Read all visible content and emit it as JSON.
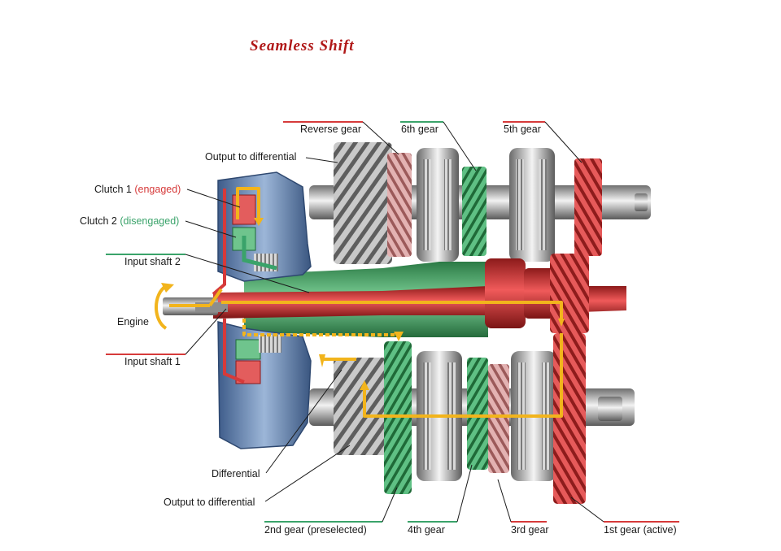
{
  "title": "Seamless Shift",
  "labels": {
    "reverse_gear": "Reverse gear",
    "sixth_gear": "6th gear",
    "fifth_gear": "5th gear",
    "output_to_differential_top": "Output to differential",
    "clutch1_name": "Clutch 1 ",
    "clutch1_state": "(engaged)",
    "clutch2_name": "Clutch 2 ",
    "clutch2_state": "(disengaged)",
    "input_shaft_2": "Input shaft 2",
    "engine": "Engine",
    "input_shaft_1": "Input shaft 1",
    "differential": "Differential",
    "output_to_differential_bottom": "Output to differential",
    "second_gear": "2nd gear (preselected)",
    "fourth_gear": "4th gear",
    "third_gear": "3rd gear",
    "first_gear": "1st gear (active)"
  },
  "colors": {
    "engaged": "#d63a3a",
    "disengaged": "#3aa36a",
    "power_flow": "#f2b41c",
    "housing": "#5a7aa8",
    "title": "#b01818"
  }
}
